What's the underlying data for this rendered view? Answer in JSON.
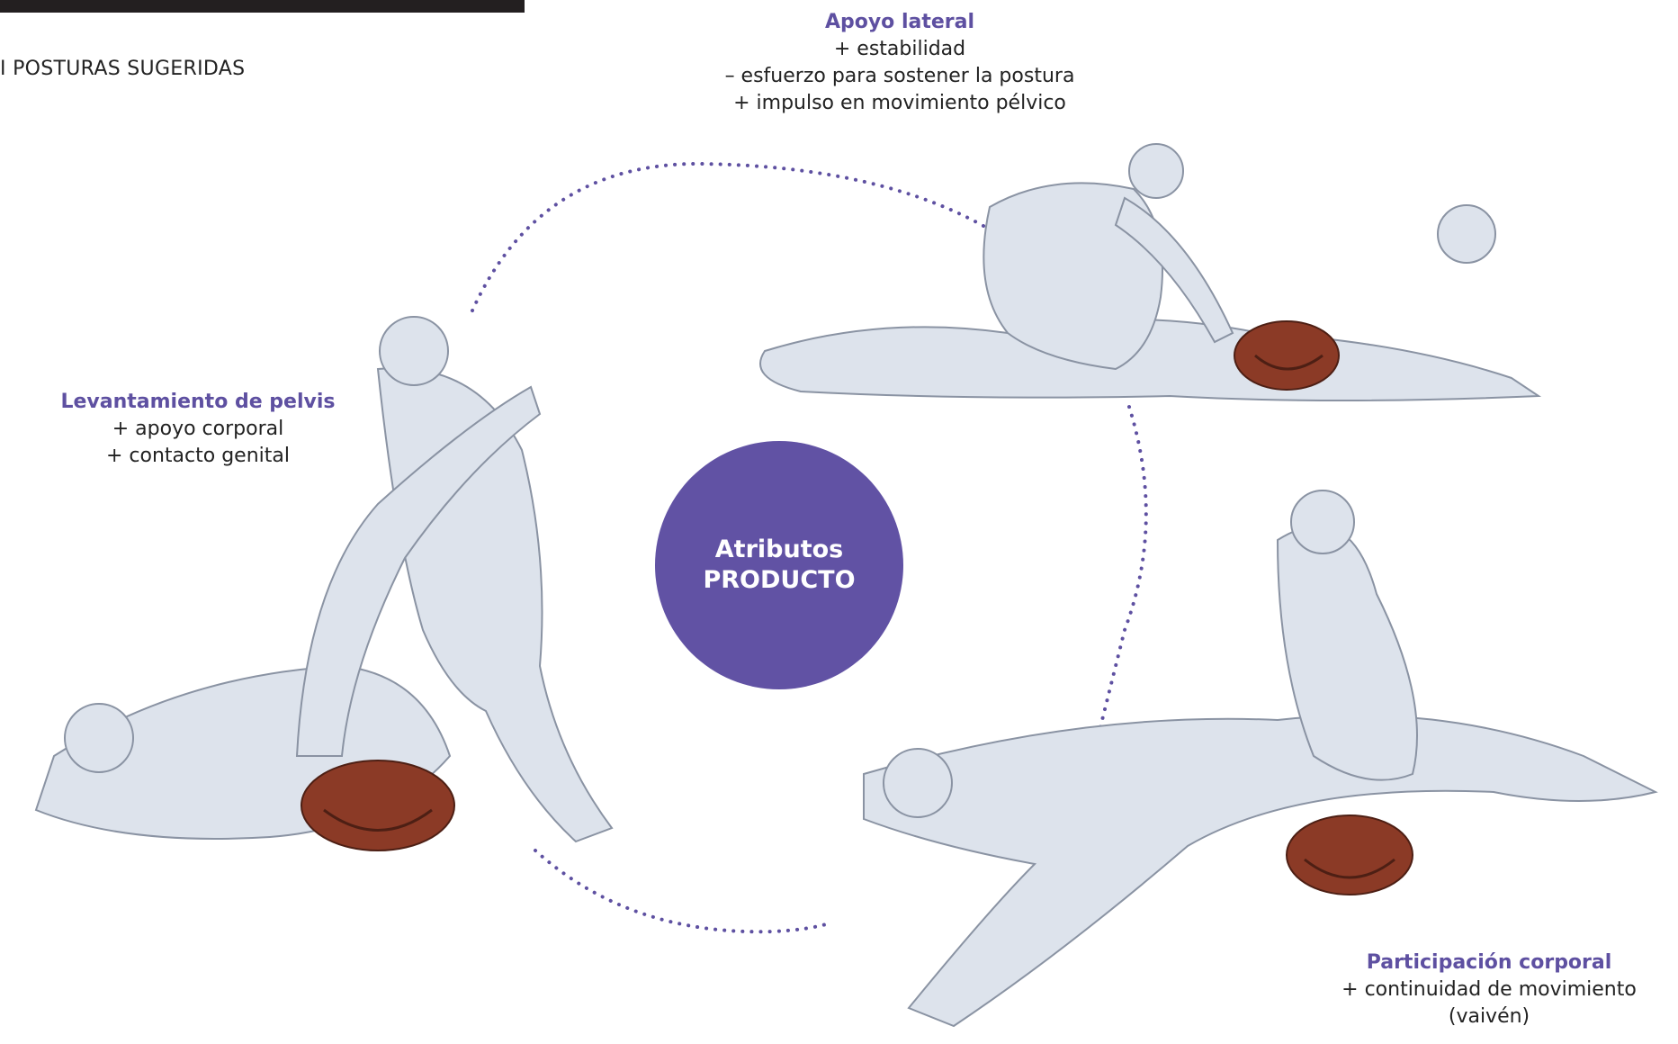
{
  "header": {
    "section_label": "I POSTURAS SUGERIDAS"
  },
  "center": {
    "line1": "Atributos",
    "line2": "PRODUCTO"
  },
  "postures": {
    "top": {
      "title": "Apoyo lateral",
      "attrs": [
        "+ estabilidad",
        "– esfuerzo para sostener la postura",
        "+ impulso en movimiento pélvico"
      ]
    },
    "left": {
      "title": "Levantamiento de pelvis",
      "attrs": [
        "+ apoyo corporal",
        "+ contacto genital"
      ]
    },
    "right": {
      "title": "Participación corporal",
      "attrs": [
        "+ continuidad de movimiento",
        "(vaivén)"
      ]
    }
  },
  "colors": {
    "accent": "#6152a4",
    "title": "#5e50a1",
    "figure": "#dde3ec",
    "product": "#8b3a26"
  }
}
